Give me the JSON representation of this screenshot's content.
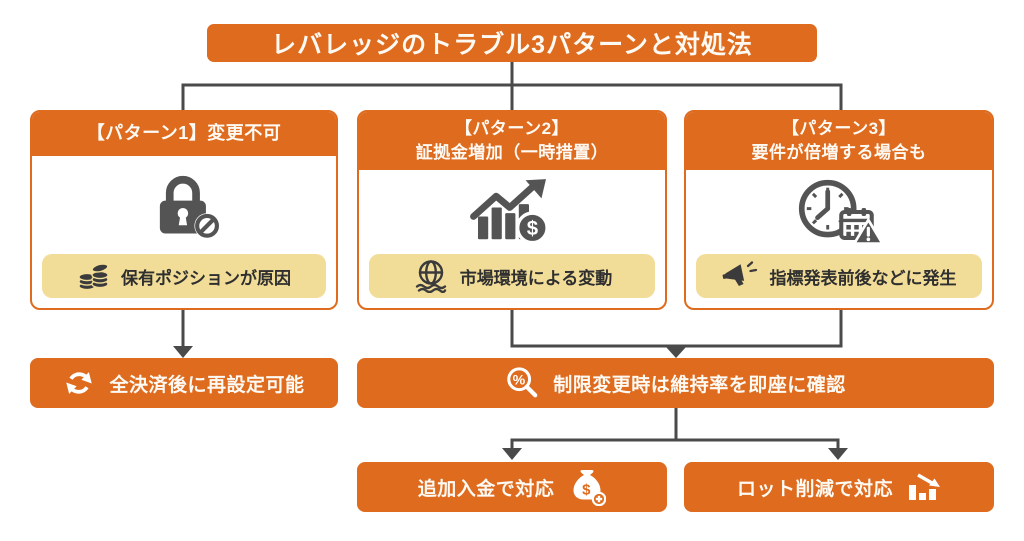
{
  "title": "レバレッジのトラブル3パターンと対処法",
  "colors": {
    "accent_orange": "#de6b1e",
    "label_yellow": "#f2dd98",
    "icon_gray": "#545454",
    "pill_icon_dark": "#3b3b3b",
    "connector_gray": "#4a4a4a",
    "text_dark": "#2f2f2f",
    "text_light": "#fdf9f3"
  },
  "patterns": [
    {
      "header_line1": "【パターン1】変更不可",
      "header_line2": "",
      "main_icon": "lock-prohibited-icon",
      "label_icon": "coins-icon",
      "label": "保有ポジションが原因"
    },
    {
      "header_line1": "【パターン2】",
      "header_line2": "証拠金増加（一時措置）",
      "main_icon": "chart-up-dollar-icon",
      "label_icon": "globe-waves-icon",
      "label": "市場環境による変動"
    },
    {
      "header_line1": "【パターン3】",
      "header_line2": "要件が倍増する場合も",
      "main_icon": "clock-calendar-alert-icon",
      "label_icon": "megaphone-icon",
      "label": "指標発表前後などに発生"
    }
  ],
  "flow": {
    "pattern1_result": "全決済後に再設定可能",
    "pattern1_result_icon": "refresh-icon",
    "check_note": "制限変更時は維持率を即座に確認",
    "check_note_icon": "magnifier-percent-icon",
    "actions": [
      {
        "label": "追加入金で対応",
        "icon": "money-bag-plus-icon"
      },
      {
        "label": "ロット削減で対応",
        "icon": "declining-bars-icon"
      }
    ]
  },
  "icon_glyphs": {
    "dollar": "$",
    "percent": "%"
  }
}
